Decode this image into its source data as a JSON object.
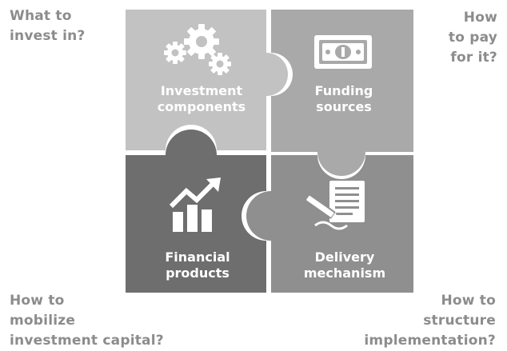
{
  "questions": {
    "top_left": [
      "What to",
      "invest in?"
    ],
    "top_right": [
      "How",
      "to pay",
      "for it?"
    ],
    "bottom_left": [
      "How to",
      "mobilize",
      "investment capital?"
    ],
    "bottom_right": [
      "How to",
      "structure",
      "implementation?"
    ]
  },
  "pieces": {
    "top_left": {
      "label": [
        "Investment",
        "components"
      ],
      "icon": "gears-icon",
      "color": "#c2c2c2"
    },
    "top_right": {
      "label": [
        "Funding",
        "sources"
      ],
      "icon": "banknote-icon",
      "color": "#a9a9a9"
    },
    "bottom_left": {
      "label": [
        "Financial",
        "products"
      ],
      "icon": "bar-chart-trend-icon",
      "color": "#6e6e6e"
    },
    "bottom_right": {
      "label": [
        "Delivery",
        "mechanism"
      ],
      "icon": "document-signing-icon",
      "color": "#8f8f8f"
    }
  }
}
